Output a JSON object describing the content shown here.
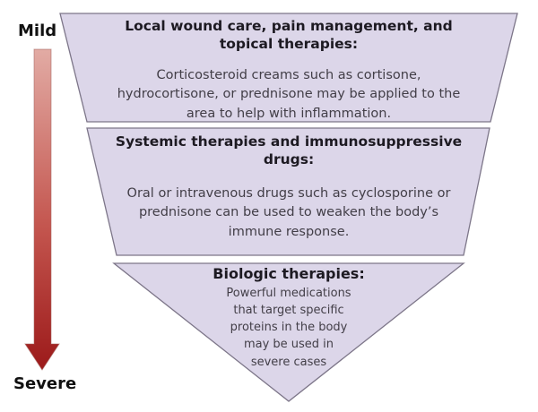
{
  "diagram": {
    "type": "severity-funnel",
    "scale": {
      "top_label": "Mild",
      "bottom_label": "Severe"
    },
    "segments": [
      {
        "heading": "Local wound care, pain management, and\ntopical therapies:",
        "body": "Corticosteroid creams such as cortisone,\nhydrocortisone, or prednisone may be applied to the\narea to help with inflammation."
      },
      {
        "heading": "Systemic therapies and immunosuppressive\ndrugs:",
        "body": "Oral or intravenous drugs such as cyclosporine or\nprednisone can be used to weaken the body’s\nimmune response."
      },
      {
        "heading": "Biologic therapies:",
        "body": "Powerful medications\nthat target specific\nproteins in the body\nmay be used in\nsevere cases"
      }
    ],
    "colors": {
      "segment_fill": "#dcd6e9",
      "segment_border": "#7d7689",
      "heading_text": "#1d1a22",
      "body_text": "#423e47",
      "arrow_top": "#e2aba4",
      "arrow_mid": "#c4564f",
      "arrow_bottom": "#9c1a1a",
      "label_text": "#111111"
    }
  }
}
